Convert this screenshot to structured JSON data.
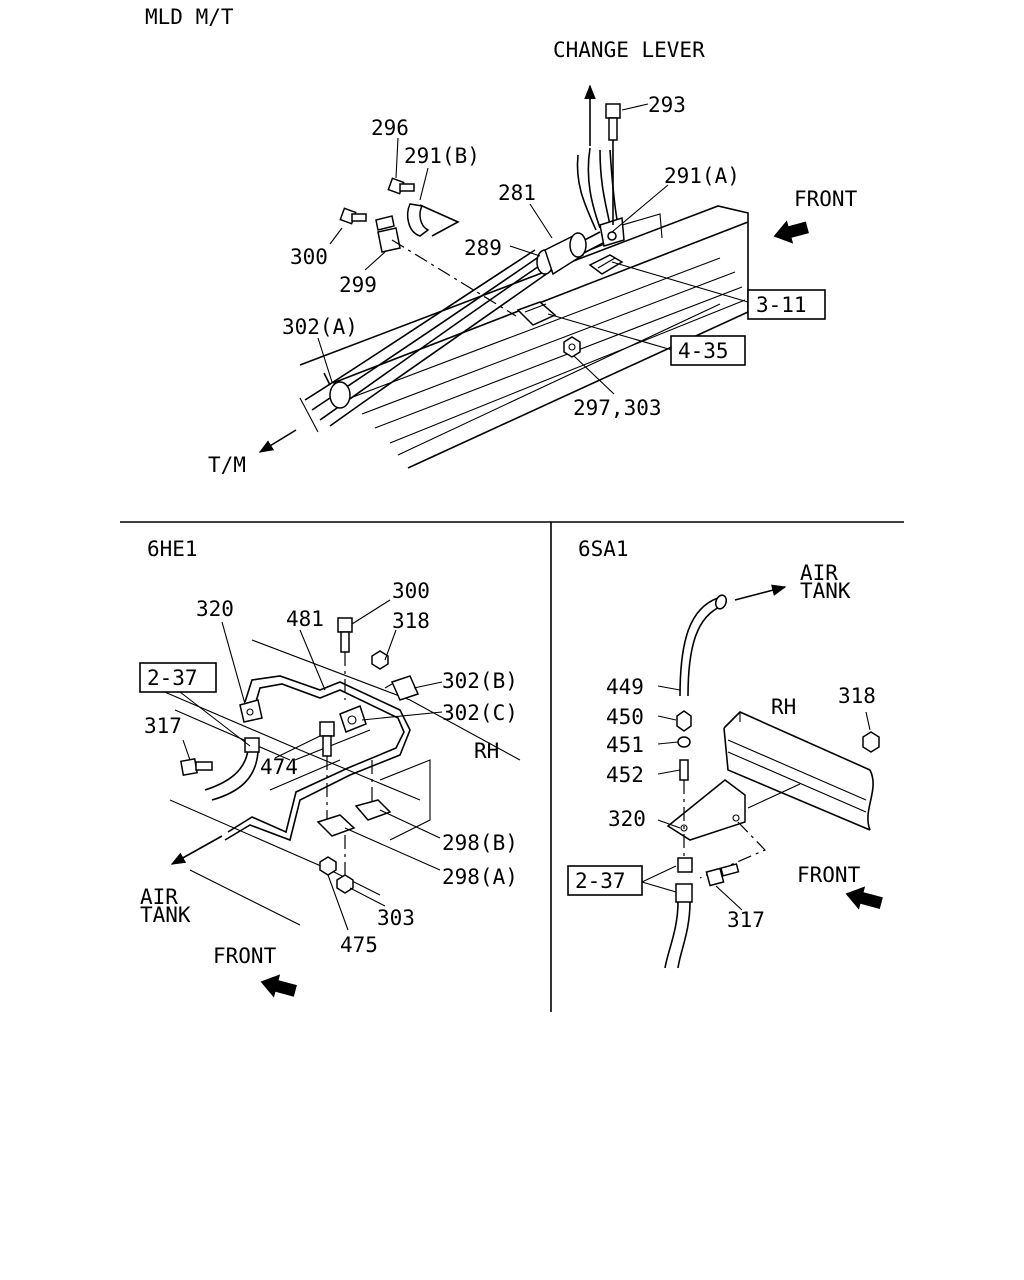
{
  "colors": {
    "ink": "#000000",
    "paper": "#ffffff"
  },
  "top_section": {
    "title": "MLD M/T",
    "direction_labels": {
      "change_lever": "CHANGE LEVER",
      "front": "FRONT",
      "tm": "T/M"
    },
    "callouts": {
      "p293": "293",
      "p296": "296",
      "p291b": "291(B)",
      "p291a": "291(A)",
      "p281": "281",
      "p300": "300",
      "p289": "289",
      "p299": "299",
      "p302a": "302(A)",
      "p297_303": "297,303"
    },
    "references": {
      "r3_11": "3-11",
      "r4_35": "4-35"
    }
  },
  "left_section": {
    "title": "6HE1",
    "callouts": {
      "p300": "300",
      "p320": "320",
      "p481": "481",
      "p318": "318",
      "p302b": "302(B)",
      "p302c": "302(C)",
      "p317": "317",
      "p474": "474",
      "rh": "RH",
      "p298b": "298(B)",
      "p298a": "298(A)",
      "p303": "303",
      "p475": "475"
    },
    "references": {
      "r2_37": "2-37"
    },
    "direction_labels": {
      "air": "AIR",
      "tank": "TANK",
      "front": "FRONT"
    }
  },
  "right_section": {
    "title": "6SA1",
    "direction_labels": {
      "air": "AIR",
      "tank": "TANK",
      "front": "FRONT",
      "rh": "RH"
    },
    "callouts": {
      "p449": "449",
      "p318": "318",
      "p450": "450",
      "p451": "451",
      "p452": "452",
      "p320": "320",
      "p317": "317"
    },
    "references": {
      "r2_37": "2-37"
    }
  }
}
